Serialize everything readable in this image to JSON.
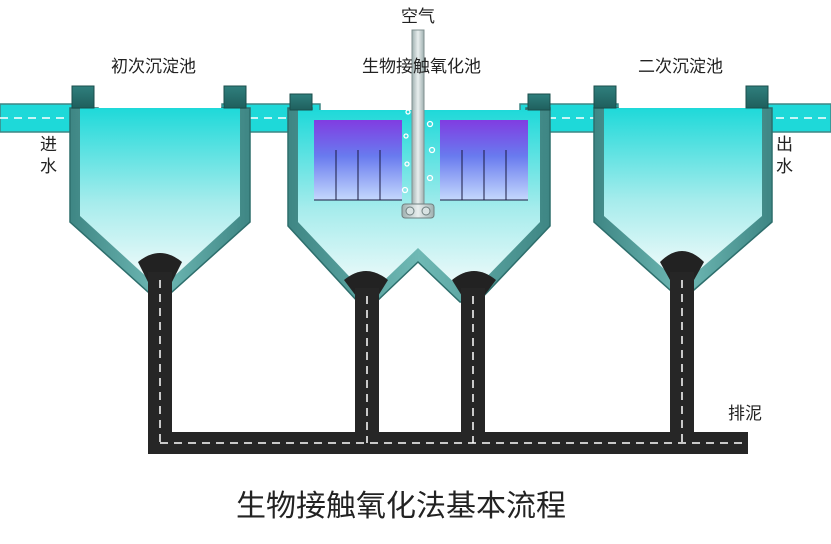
{
  "diagram": {
    "title": "生物接触氧化法基本流程",
    "labels": {
      "air": "空气",
      "primary_tank": "初次沉淀池",
      "bio_tank": "生物接触氧化池",
      "secondary_tank": "二次沉淀池",
      "inlet": [
        "进",
        "水"
      ],
      "outlet": [
        "出",
        "水"
      ],
      "sludge": "排泥"
    }
  },
  "colors": {
    "water_top": "#1ed9d9",
    "water_bottom": "#f2fbfb",
    "wall": "#4f9a98",
    "wall_light": "#a9e0dc",
    "media_top": "#8a2be2",
    "media_bottom": "#c9d6ff",
    "pipe": "#262626",
    "pipe_dash": "#ffffff",
    "air_pipe": "#c8d2d2"
  }
}
